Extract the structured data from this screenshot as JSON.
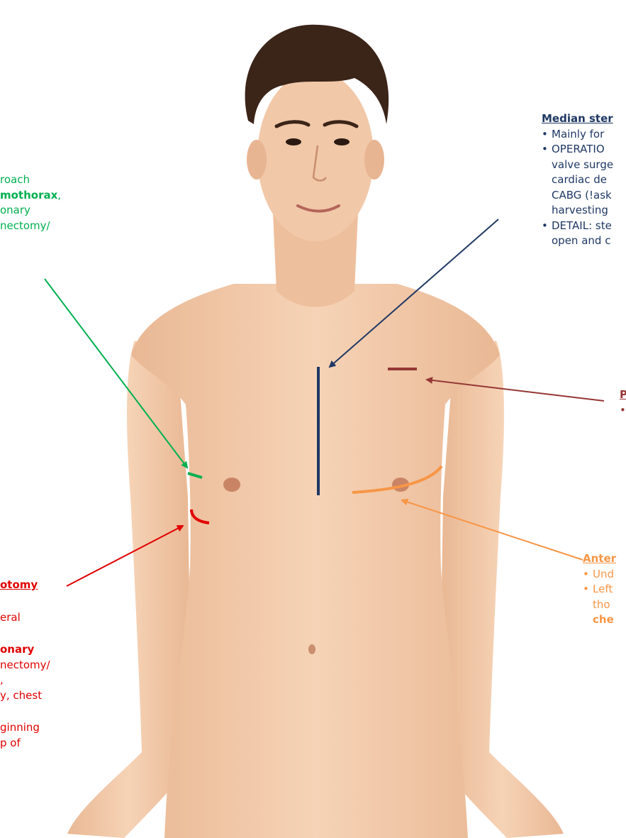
{
  "colors": {
    "median": "#1f3864",
    "green": "#00b050",
    "red": "#e00000",
    "orange": "#f79646",
    "maroon": "#953735",
    "skin": "#f2c7a6",
    "hair": "#3b2418"
  },
  "median": {
    "title": "Median ster",
    "items": [
      [
        "Mainly for"
      ],
      [
        "OPERATIO",
        "valve surge",
        "cardiac de",
        "CABG (!ask",
        "harvesting"
      ],
      [
        "DETAIL: ste",
        "open and c"
      ]
    ]
  },
  "green": {
    "lines": [
      "roach",
      "mothorax",
      ",",
      "onary",
      "nectomy/"
    ]
  },
  "red": {
    "title": "otomy",
    "lines": [
      "eral",
      "onary",
      "nectomy/",
      ",",
      "y, chest",
      "ginning",
      "p of"
    ]
  },
  "orange": {
    "title": "Anter",
    "items": [
      [
        "Und"
      ],
      [
        "Left",
        "tho",
        "che"
      ]
    ]
  },
  "maroon": {
    "title": "P"
  }
}
